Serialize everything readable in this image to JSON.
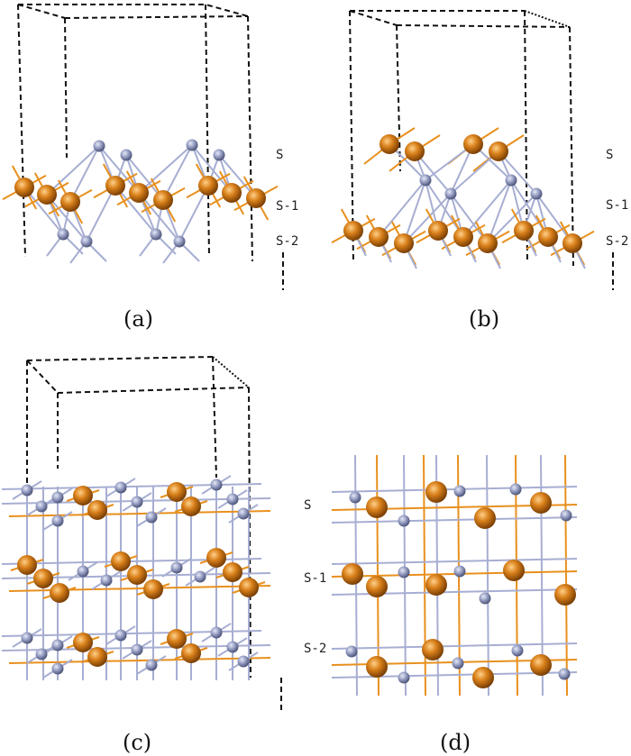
{
  "panels": {
    "a": {
      "caption": "(a)",
      "labels": [
        "S",
        "S-1",
        "S-2"
      ]
    },
    "b": {
      "caption": "(b)",
      "labels": [
        "S",
        "S-1",
        "S-2"
      ]
    },
    "c": {
      "caption": "(c)",
      "labels": [
        "S",
        "S-1",
        "S-2"
      ]
    },
    "d": {
      "caption": "(d)"
    }
  },
  "colors": {
    "metal_atom": "#c8720f",
    "metal_bond": "#e8901e",
    "nonmetal_atom": "#8f97bd",
    "nonmetal_bond": "#a7aed2",
    "cell_edge": "#111111"
  }
}
